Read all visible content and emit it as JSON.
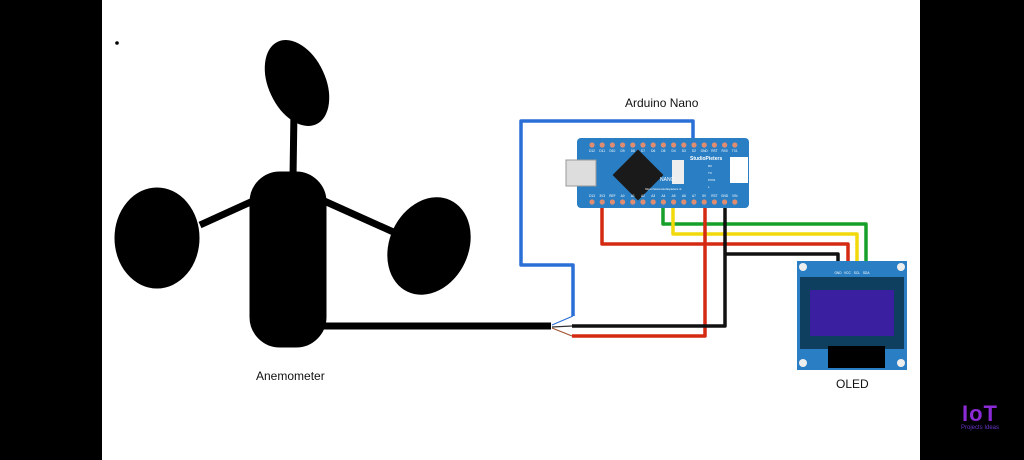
{
  "labels": {
    "arduino": "Arduino Nano",
    "anemometer": "Anemometer",
    "oled": "OLED"
  },
  "arduino_board": {
    "brand": "StudioPieters",
    "model": "NANO",
    "url": "https://www.studiopieters.nl",
    "leds": [
      "RX",
      "TX",
      "POW",
      "L"
    ],
    "top_pins": [
      "D12",
      "D11",
      "D10",
      "D9",
      "D8",
      "D7",
      "D6",
      "D5",
      "D4",
      "D3",
      "D2",
      "GND",
      "RST",
      "RX0",
      "TX1"
    ],
    "bottom_pins": [
      "D13",
      "3V3",
      "REF",
      "A0",
      "A1",
      "A2",
      "A3",
      "A4",
      "A5",
      "A6",
      "A7",
      "5V",
      "RST",
      "GND",
      "VIN"
    ]
  },
  "oled_pins": [
    "GND",
    "VCC",
    "SCL",
    "SDA"
  ],
  "wire_colors": {
    "blue": "#2a6fd6",
    "red": "#d42a12",
    "green": "#16a02a",
    "yellow": "#f2d90c",
    "black": "#111111"
  },
  "board_color": "#2a7fc4",
  "screen_color": "#3a1fa0",
  "watermark": {
    "big": "IoT",
    "small": "Projects Ideas"
  }
}
